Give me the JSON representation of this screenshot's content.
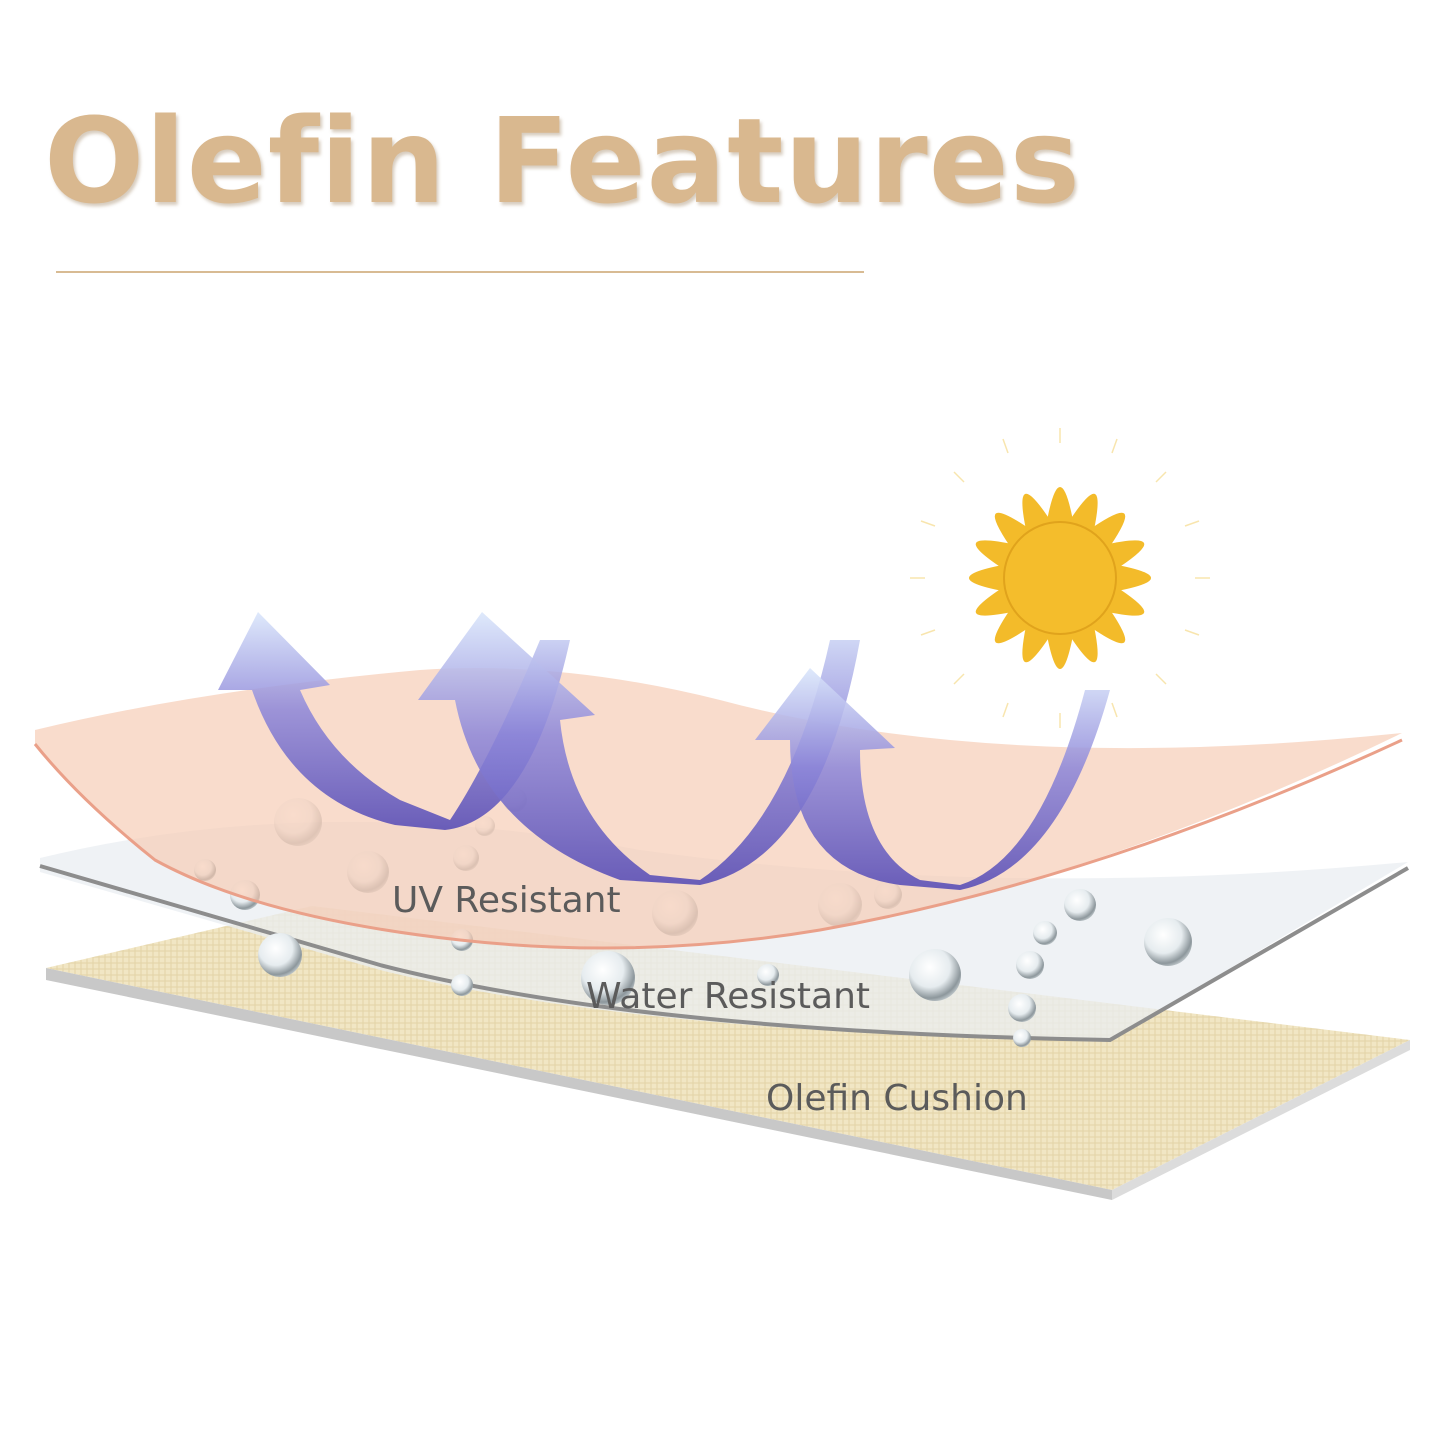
{
  "title": "Olefin Features",
  "layers": {
    "uv": "UV Resistant",
    "water": "Water Resistant",
    "cushion": "Olefin Cushion"
  },
  "colors": {
    "title": "#d9b88f",
    "uv_layer": "#f6c9b0",
    "water_layer": "#e9eef2",
    "cushion_layer": "#f1e6c4",
    "arrow": "#6f68c8",
    "sun": "#f3bb2a"
  },
  "icons": [
    "sun-icon",
    "arrow-icon",
    "water-drop-icon"
  ]
}
